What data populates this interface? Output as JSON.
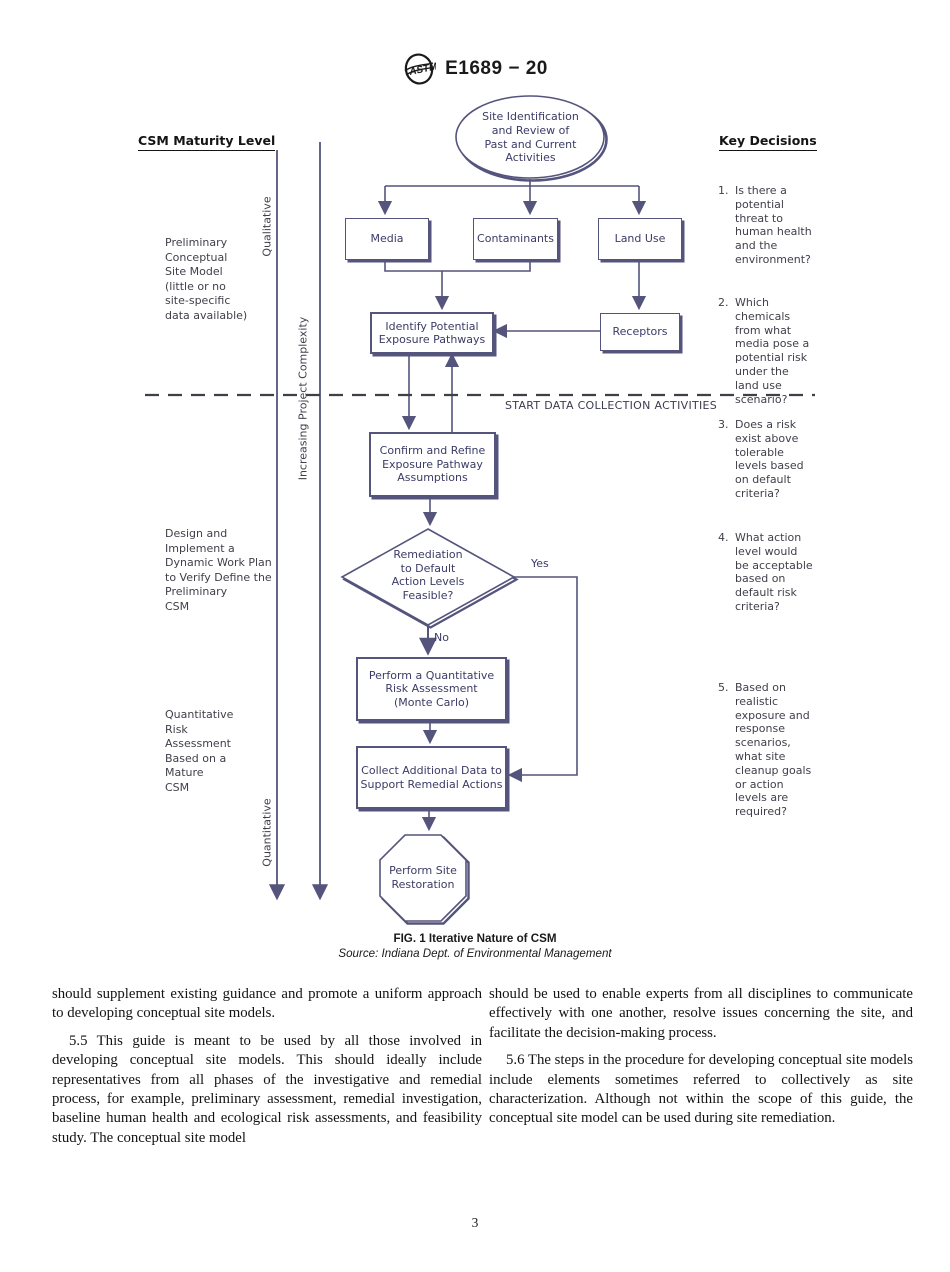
{
  "header": {
    "doc_code": "E1689 − 20",
    "logo": "astm-logo"
  },
  "figure": {
    "maturity": {
      "title": "CSM Maturity Level",
      "items": [
        {
          "text": "Preliminary\nConceptual\nSite Model\n(little or no\nsite-specific\ndata available)"
        },
        {
          "text": "Design and\nImplement a\nDynamic Work Plan\nto Verify Define the\nPreliminary\nCSM"
        },
        {
          "text": "Quantitative\nRisk\nAssessment\nBased on a\nMature\nCSM"
        }
      ]
    },
    "axis": {
      "qualitative": "Qualitative",
      "complexity": "Increasing Project Complexity",
      "quantitative": "Quantitative"
    },
    "nodes": {
      "start": "Site Identification\nand Review of\nPast and Current\nActivities",
      "media": "Media",
      "contaminants": "Contaminants",
      "land_use": "Land Use",
      "identify": "Identify Potential\nExposure Pathways",
      "receptors": "Receptors",
      "confirm": "Confirm and Refine\nExposure Pathway\nAssumptions",
      "decision": "Remediation\nto Default\nAction Levels\nFeasible?",
      "perform_qra": "Perform a Quantitative\nRisk Assessment\n(Monte Carlo)",
      "collect": "Collect Additional Data to\nSupport Remedial Actions",
      "restore": "Perform Site\nRestoration"
    },
    "edges": {
      "yes": "Yes",
      "no": "No"
    },
    "separator": "START DATA COLLECTION ACTIVITIES",
    "key_decisions": {
      "title": "Key Decisions",
      "items": [
        {
          "num": "1.",
          "text": "Is there a\npotential\nthreat to\nhuman health\nand the\nenvironment?"
        },
        {
          "num": "2.",
          "text": "Which\nchemicals\nfrom what\nmedia pose a\npotential risk\nunder the\nland use\nscenario?"
        },
        {
          "num": "3.",
          "text": "Does a risk\nexist above\ntolerable\nlevels based\non default\ncriteria?"
        },
        {
          "num": "4.",
          "text": "What action\nlevel would\nbe acceptable\nbased on\ndefault risk\ncriteria?"
        },
        {
          "num": "5.",
          "text": "Based on\nrealistic\nexposure and\nresponse\nscenarios,\nwhat site\ncleanup goals\nor action\nlevels are\nrequired?"
        }
      ]
    },
    "caption": "FIG. 1 Iterative Nature of CSM",
    "source": "Source: Indiana Dept. of Environmental Management"
  },
  "body": {
    "col1": [
      "should supplement existing guidance and promote a uniform approach to developing conceptual site models.",
      "5.5 This guide is meant to be used by all those involved in developing conceptual site models. This should ideally include representatives from all phases of the investigative and remedial process, for example, preliminary assessment, remedial investigation, baseline human health and ecological risk assessments, and feasibility study. The conceptual site model"
    ],
    "col2": [
      "should be used to enable experts from all disciplines to communicate effectively with one another, resolve issues concerning the site, and facilitate the decision-making process.",
      "5.6 The steps in the procedure for developing conceptual site models include elements sometimes referred to collectively as site characterization. Although not within the scope of this guide, the conceptual site model can be used during site remediation."
    ]
  },
  "footer": {
    "page_number": "3"
  },
  "colors": {
    "line": "#54547c",
    "node_text": "#3b3b66",
    "dashed": "#3f3f46"
  }
}
